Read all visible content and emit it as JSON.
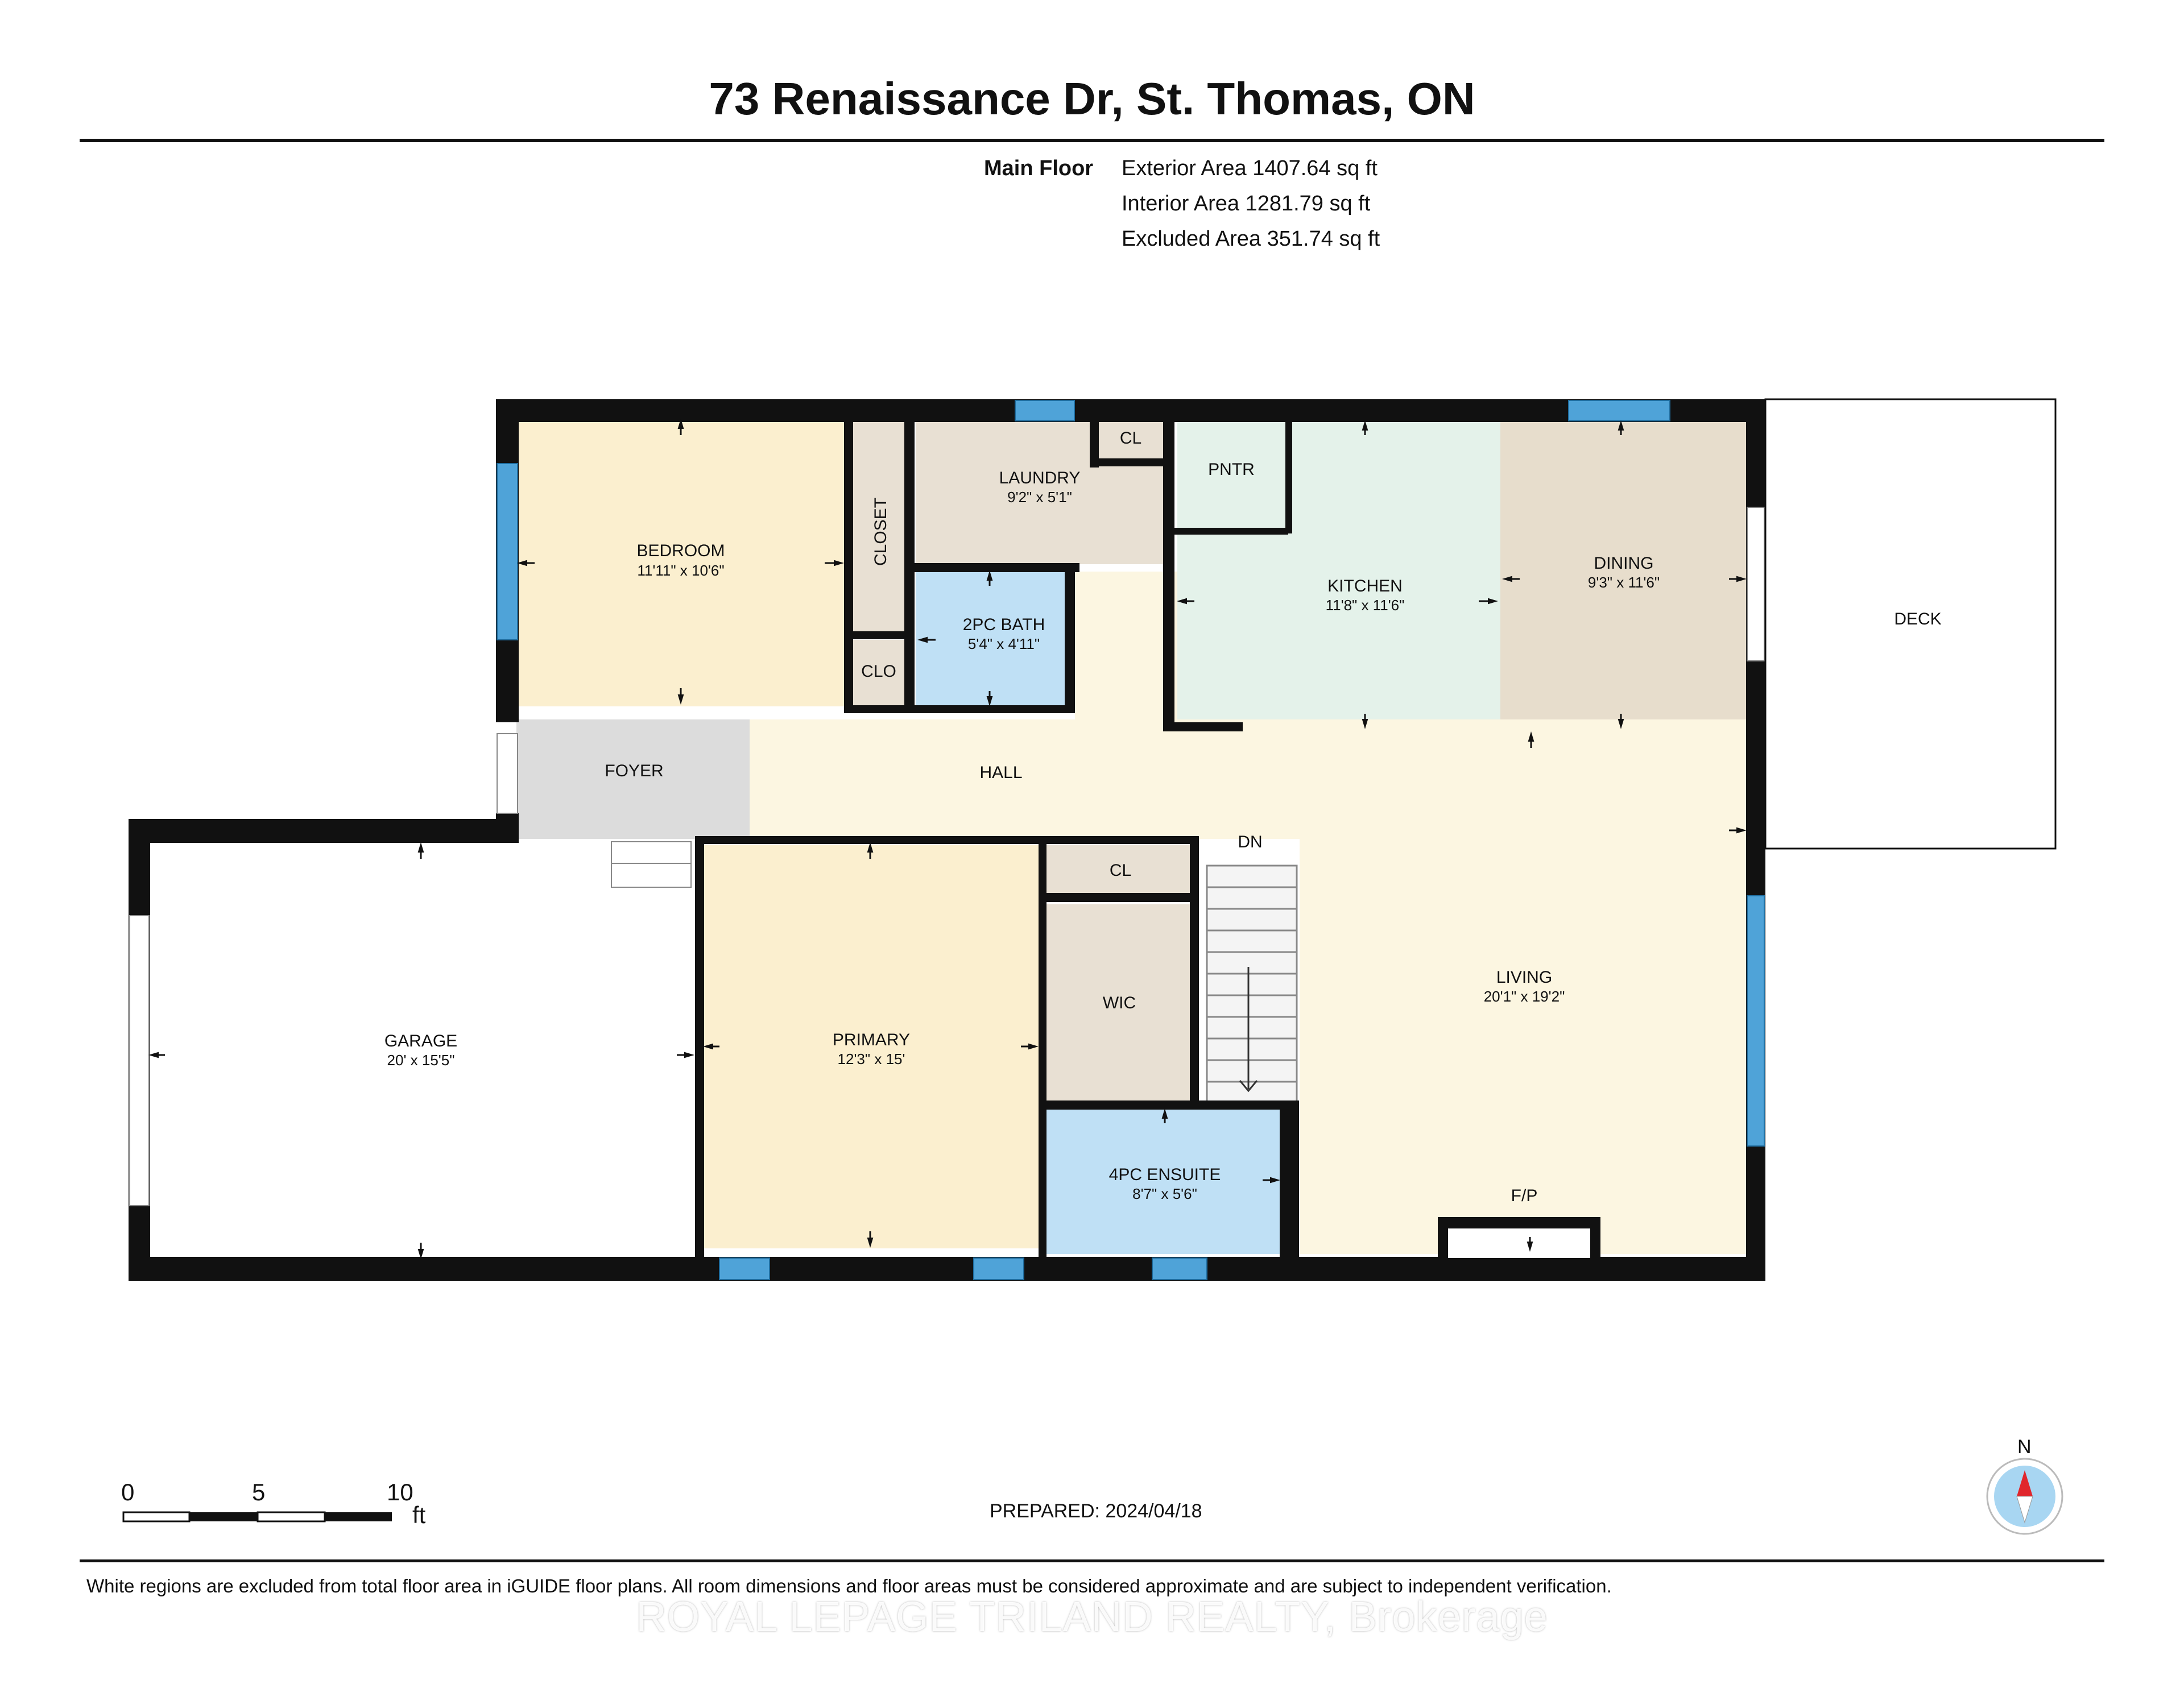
{
  "title": "73 Renaissance Dr, St. Thomas, ON",
  "areas": {
    "floor_label": "Main Floor",
    "exterior": "Exterior Area 1407.64 sq ft",
    "interior": "Interior Area 1281.79 sq ft",
    "excluded": "Excluded Area 351.74 sq ft"
  },
  "rooms": {
    "bedroom": {
      "name": "BEDROOM",
      "dims": "11'11\" x 10'6\""
    },
    "closet": {
      "name": "CLOSET"
    },
    "laundry": {
      "name": "LAUNDRY",
      "dims": "9'2\" x 5'1\""
    },
    "cl_laundry": {
      "name": "CL"
    },
    "pantry": {
      "name": "PNTR"
    },
    "kitchen": {
      "name": "KITCHEN",
      "dims": "11'8\" x 11'6\""
    },
    "dining": {
      "name": "DINING",
      "dims": "9'3\" x 11'6\""
    },
    "deck": {
      "name": "DECK"
    },
    "bath2pc": {
      "name": "2PC BATH",
      "dims": "5'4\" x 4'11\""
    },
    "clo": {
      "name": "CLO"
    },
    "foyer": {
      "name": "FOYER"
    },
    "hall": {
      "name": "HALL"
    },
    "garage": {
      "name": "GARAGE",
      "dims": "20' x 15'5\""
    },
    "primary": {
      "name": "PRIMARY",
      "dims": "12'3\" x 15'"
    },
    "cl_hall": {
      "name": "CL"
    },
    "wic": {
      "name": "WIC"
    },
    "stairs_label": {
      "name": "DN"
    },
    "living": {
      "name": "LIVING",
      "dims": "20'1\" x 19'2\""
    },
    "fireplace": {
      "name": "F/P"
    },
    "ensuite": {
      "name": "4PC ENSUITE",
      "dims": "8'7\" x 5'6\""
    }
  },
  "scale_bar": {
    "labels": [
      "0",
      "5",
      "10"
    ],
    "unit": "ft"
  },
  "prepared": "PREPARED: 2024/04/18",
  "compass": {
    "label": "N"
  },
  "disclaimer": "White regions are excluded from total floor area in iGUIDE floor plans. All room dimensions and floor areas must be considered approximate and are subject to independent verification.",
  "watermark": "ROYAL LEPAGE TRILAND REALTY, Brokerage",
  "colors": {
    "wall": "#111111",
    "window": "#4fa3d8",
    "bedroom": "#fbefcf",
    "utility": "#e8e0d3",
    "bath": "#bfe0f5",
    "kitchen": "#e4f2ea",
    "dining": "#e7ddcc",
    "hall": "#fcf6e1",
    "foyer": "#dcdcdc",
    "garage": "#ffffff"
  }
}
